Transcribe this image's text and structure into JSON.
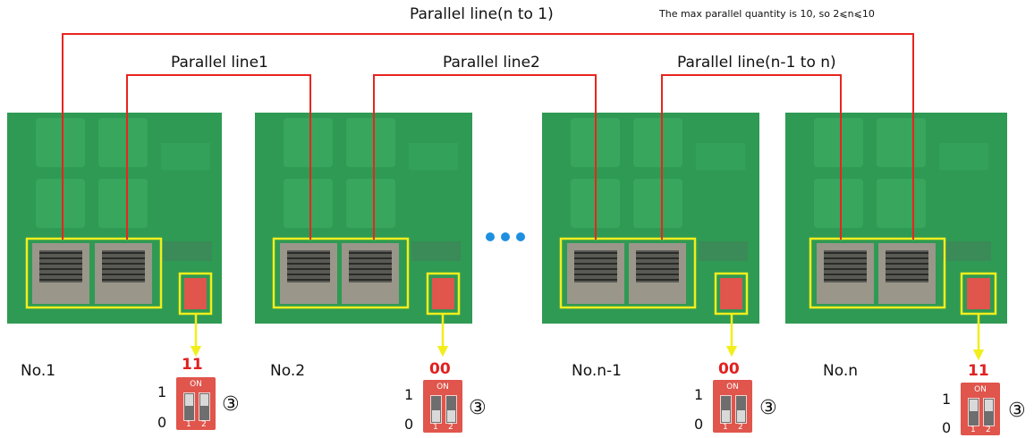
{
  "header": {
    "main_line_label": "Parallel line(n to 1)",
    "note": "The max parallel quantity is 10, so 2⩽n⩽10"
  },
  "links": [
    {
      "label": "Parallel line1"
    },
    {
      "label": "Parallel line2"
    },
    {
      "label": "Parallel line(n-1 to n)"
    }
  ],
  "ellipsis": "•••",
  "units": [
    {
      "name": "No.1",
      "dip_values": "11",
      "marker": "③"
    },
    {
      "name": "No.2",
      "dip_values": "00",
      "marker": "③"
    },
    {
      "name": "No.n-1",
      "dip_values": "00",
      "marker": "③"
    },
    {
      "name": "No.n",
      "dip_values": "11",
      "marker": "③"
    }
  ],
  "dip_switch": {
    "on_label": "ON",
    "pin_labels": [
      "1",
      "2"
    ],
    "axis_high": "1",
    "axis_low": "0"
  },
  "colors": {
    "wire": "#e8251f",
    "highlight": "#f2ee1c",
    "board": "#2f9a53",
    "ellipsis": "#1e8fe0",
    "switch": "#e0554c"
  }
}
